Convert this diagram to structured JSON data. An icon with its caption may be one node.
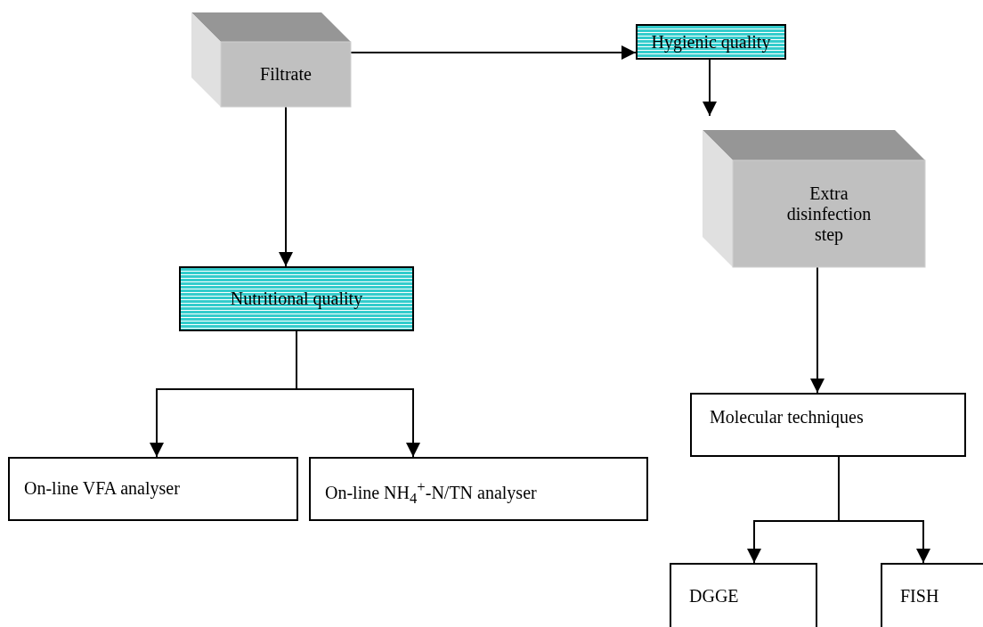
{
  "diagram": {
    "nodes": [
      {
        "text": [
          "Filtrate"
        ]
      },
      {
        "text": [
          "Hygienic quality"
        ]
      },
      {
        "text": [
          "Extra disinfection step"
        ]
      },
      {
        "text": [
          "Nutritional quality"
        ]
      },
      {
        "text": [
          "Molecular techniques"
        ]
      },
      {
        "text": [
          "On-line VFA analyser"
        ]
      },
      {
        "text": [
          "On-line NH$_{4}$$^{+}$-N/TN analyser"
        ]
      },
      {
        "text": [
          "DGGE"
        ]
      },
      {
        "text": [
          "FISH"
        ]
      }
    ],
    "edges": [
      {
        "from": 0,
        "to": 1,
        "arrow": "to"
      },
      {
        "from": 1,
        "to": 2,
        "arrow": "to"
      },
      {
        "from": 0,
        "to": 3,
        "arrow": "to"
      },
      {
        "from": 2,
        "to": 4,
        "arrow": "to"
      },
      {
        "from": 3,
        "to": 5,
        "arrow": "to"
      },
      {
        "from": 3,
        "to": 6,
        "arrow": "to"
      },
      {
        "from": 4,
        "to": 7,
        "arrow": "to"
      },
      {
        "from": 4,
        "to": 8,
        "arrow": "to"
      }
    ]
  }
}
